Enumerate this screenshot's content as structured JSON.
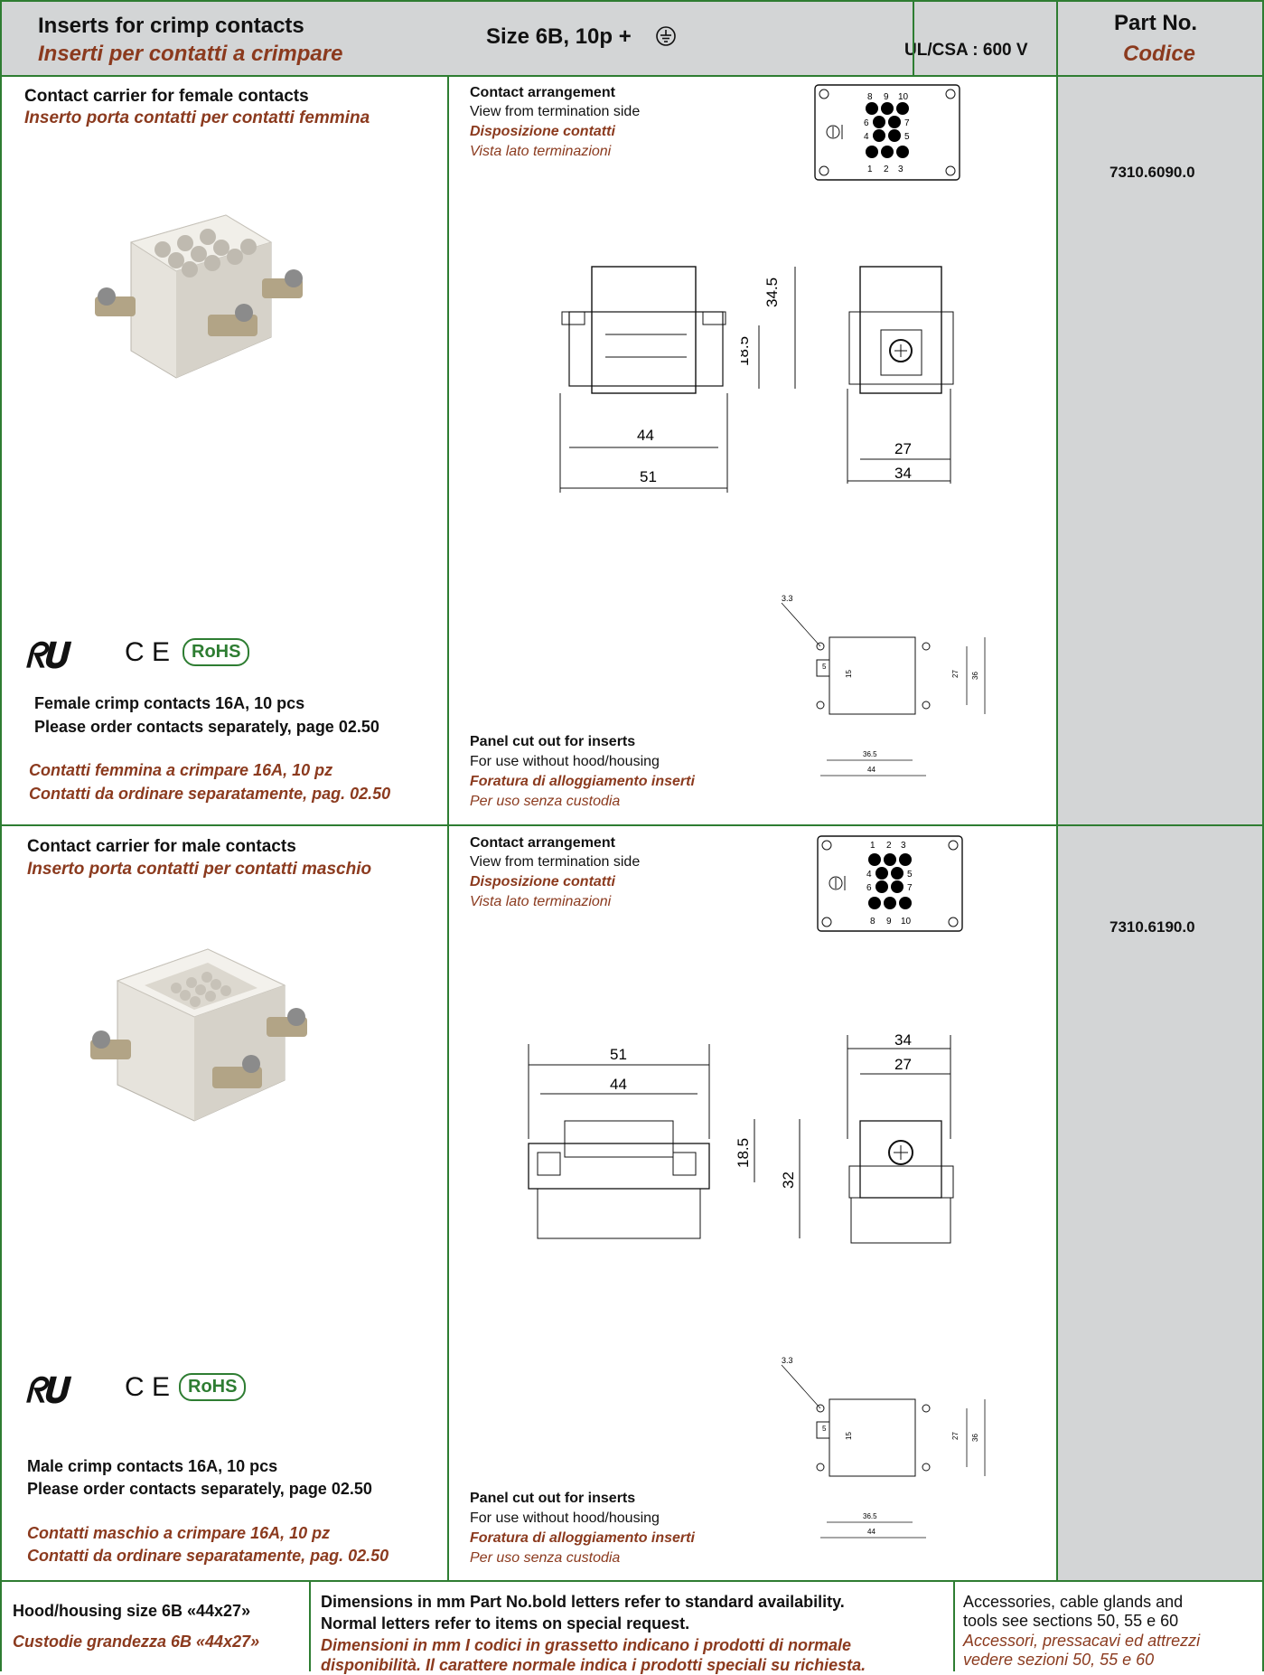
{
  "header": {
    "title_en": "Inserts for crimp contacts",
    "title_it": "Inserti per contatti a crimpare",
    "size": "Size 6B, 10p +",
    "ul_csa": "UL/CSA : 600 V",
    "partno_en": "Part No.",
    "partno_it": "Codice"
  },
  "female": {
    "title_en": "Contact carrier for female contacts",
    "title_it": "Inserto porta contatti per contatti femmina",
    "arrangement_en": "Contact arrangement",
    "arrangement_view": "View from termination side",
    "arrangement_it": "Disposizione contatti",
    "arrangement_view_it": "Vista lato terminazioni",
    "pin_top": [
      "8",
      "9",
      "10"
    ],
    "pin_bottom": [
      "1",
      "2",
      "3"
    ],
    "pin_side": [
      "6",
      "7",
      "4",
      "5"
    ],
    "dim_w_outer": "51",
    "dim_w_inner": "44",
    "dim_h_outer": "34.5",
    "dim_h_inner": "18.5",
    "dim_side_outer": "34",
    "dim_side_inner": "27",
    "cut_hole": "3.3",
    "cut_5": "5",
    "cut_15": "15",
    "cut_27": "27",
    "cut_36": "36",
    "cut_365": "36.5",
    "cut_44": "44",
    "note1_en": "Female crimp contacts 16A, 10 pcs",
    "note2_en": "Please order contacts separately, page 02.50",
    "note1_it": "Contatti femmina a crimpare 16A, 10 pz",
    "note2_it": "Contatti da ordinare separatamente, pag. 02.50",
    "panel_en": "Panel cut out for inserts",
    "panel_use": "For use without hood/housing",
    "panel_it": "Foratura di alloggiamento inserti",
    "panel_use_it": "Per uso senza custodia",
    "part_no": "7310.6090.0",
    "cert_rohs": "RoHS"
  },
  "male": {
    "title_en": "Contact carrier for male contacts",
    "title_it": "Inserto porta contatti per contatti maschio",
    "arrangement_en": "Contact arrangement",
    "arrangement_view": "View from termination side",
    "arrangement_it": "Disposizione contatti",
    "arrangement_view_it": "Vista lato terminazioni",
    "pin_top": [
      "1",
      "2",
      "3"
    ],
    "pin_bottom": [
      "8",
      "9",
      "10"
    ],
    "pin_side": [
      "4",
      "5",
      "6",
      "7"
    ],
    "dim_w_outer": "51",
    "dim_w_inner": "44",
    "dim_h_outer": "32",
    "dim_h_inner": "18.5",
    "dim_side_outer": "34",
    "dim_side_inner": "27",
    "cut_hole": "3.3",
    "cut_5": "5",
    "cut_15": "15",
    "cut_27": "27",
    "cut_36": "36",
    "cut_365": "36.5",
    "cut_44": "44",
    "note1_en": "Male crimp contacts 16A, 10 pcs",
    "note2_en": "Please order contacts separately, page 02.50",
    "note1_it": "Contatti maschio a crimpare 16A, 10 pz",
    "note2_it": "Contatti da ordinare separatamente, pag. 02.50",
    "panel_en": "Panel cut out for inserts",
    "panel_use": "For use without hood/housing",
    "panel_it": "Foratura di alloggiamento inserti",
    "panel_use_it": "Per uso senza custodia",
    "part_no": "7310.6190.0",
    "cert_rohs": "RoHS"
  },
  "footer": {
    "hood_en": "Hood/housing size  6B  «44x27»",
    "hood_it": "Custodie grandezza 6B «44x27»",
    "dims_en1": "Dimensions in mm Part No.bold letters refer to standard availability.",
    "dims_en2": "Normal letters refer to items on special request.",
    "dims_it1": "Dimensioni in mm I  codici in grassetto indicano i prodotti di normale",
    "dims_it2": "disponibilità. Il carattere normale indica i prodotti speciali su richiesta.",
    "acc_en1": "Accessories, cable glands and",
    "acc_en2": "tools see sections 50, 55 e 60",
    "acc_it1": "Accessori, pressacavi ed attrezzi",
    "acc_it2": "vedere sezioni 50, 55 e 60"
  }
}
